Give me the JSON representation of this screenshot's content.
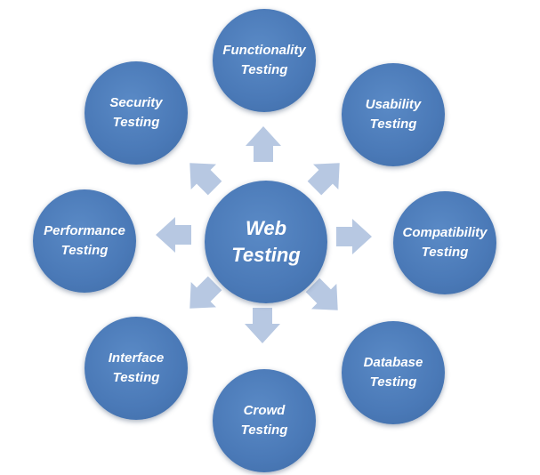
{
  "diagram": {
    "center": {
      "line1": "Web",
      "line2": "Testing"
    },
    "nodes": [
      {
        "id": "functionality",
        "line1": "Functionality",
        "line2": "Testing"
      },
      {
        "id": "usability",
        "line1": "Usability",
        "line2": "Testing"
      },
      {
        "id": "compatibility",
        "line1": "Compatibility",
        "line2": "Testing"
      },
      {
        "id": "database",
        "line1": "Database",
        "line2": "Testing"
      },
      {
        "id": "crowd",
        "line1": "Crowd",
        "line2": "Testing"
      },
      {
        "id": "interface",
        "line1": "Interface",
        "line2": "Testing"
      },
      {
        "id": "performance",
        "line1": "Performance",
        "line2": "Testing"
      },
      {
        "id": "security",
        "line1": "Security",
        "line2": "Testing"
      }
    ],
    "colors": {
      "circle": "#4a79b7",
      "arrow": "#b7c8e2",
      "text": "#ffffff"
    }
  }
}
